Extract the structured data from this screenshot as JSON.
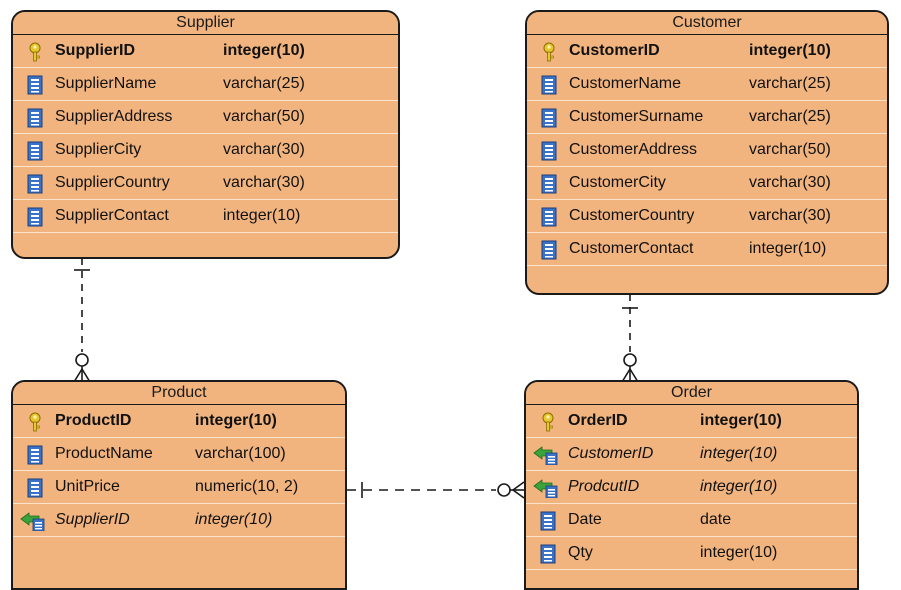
{
  "entities": {
    "supplier": {
      "title": "Supplier",
      "rows": [
        {
          "name": "SupplierID",
          "type": "integer(10)",
          "kind": "pk",
          "icon": "key-icon"
        },
        {
          "name": "SupplierName",
          "type": "varchar(25)",
          "kind": "col",
          "icon": "column-icon"
        },
        {
          "name": "SupplierAddress",
          "type": "varchar(50)",
          "kind": "col",
          "icon": "column-icon"
        },
        {
          "name": "SupplierCity",
          "type": "varchar(30)",
          "kind": "col",
          "icon": "column-icon"
        },
        {
          "name": "SupplierCountry",
          "type": "varchar(30)",
          "kind": "col",
          "icon": "column-icon"
        },
        {
          "name": "SupplierContact",
          "type": "integer(10)",
          "kind": "col",
          "icon": "column-icon"
        }
      ]
    },
    "customer": {
      "title": "Customer",
      "rows": [
        {
          "name": "CustomerID",
          "type": "integer(10)",
          "kind": "pk",
          "icon": "key-icon"
        },
        {
          "name": "CustomerName",
          "type": "varchar(25)",
          "kind": "col",
          "icon": "column-icon"
        },
        {
          "name": "CustomerSurname",
          "type": "varchar(25)",
          "kind": "col",
          "icon": "column-icon"
        },
        {
          "name": "CustomerAddress",
          "type": "varchar(50)",
          "kind": "col",
          "icon": "column-icon"
        },
        {
          "name": "CustomerCity",
          "type": "varchar(30)",
          "kind": "col",
          "icon": "column-icon"
        },
        {
          "name": "CustomerCountry",
          "type": "varchar(30)",
          "kind": "col",
          "icon": "column-icon"
        },
        {
          "name": "CustomerContact",
          "type": "integer(10)",
          "kind": "col",
          "icon": "column-icon"
        }
      ]
    },
    "product": {
      "title": "Product",
      "rows": [
        {
          "name": "ProductID",
          "type": "integer(10)",
          "kind": "pk",
          "icon": "key-icon"
        },
        {
          "name": "ProductName",
          "type": "varchar(100)",
          "kind": "col",
          "icon": "column-icon"
        },
        {
          "name": "UnitPrice",
          "type": "numeric(10, 2)",
          "kind": "col",
          "icon": "column-icon"
        },
        {
          "name": "SupplierID",
          "type": "integer(10)",
          "kind": "fk",
          "icon": "foreign-key-icon"
        }
      ]
    },
    "order": {
      "title": "Order",
      "rows": [
        {
          "name": "OrderID",
          "type": "integer(10)",
          "kind": "pk",
          "icon": "key-icon"
        },
        {
          "name": "CustomerID",
          "type": "integer(10)",
          "kind": "fk",
          "icon": "foreign-key-icon"
        },
        {
          "name": "ProdcutID",
          "type": "integer(10)",
          "kind": "fk",
          "icon": "foreign-key-icon"
        },
        {
          "name": "Date",
          "type": "date",
          "kind": "col",
          "icon": "column-icon"
        },
        {
          "name": "Qty",
          "type": "integer(10)",
          "kind": "col",
          "icon": "column-icon"
        }
      ]
    }
  },
  "relationships": [
    {
      "from": "Supplier",
      "to": "Product",
      "cardinality": "one-to-zero-or-many"
    },
    {
      "from": "Customer",
      "to": "Order",
      "cardinality": "one-to-zero-or-many"
    },
    {
      "from": "Product",
      "to": "Order",
      "cardinality": "one-to-zero-or-many"
    }
  ],
  "colors": {
    "entity_fill": "#f2b47e",
    "border": "#1a1a1a",
    "key": "#e8c630",
    "column": "#3a72c8",
    "fk_arrow": "#3aa33a"
  }
}
